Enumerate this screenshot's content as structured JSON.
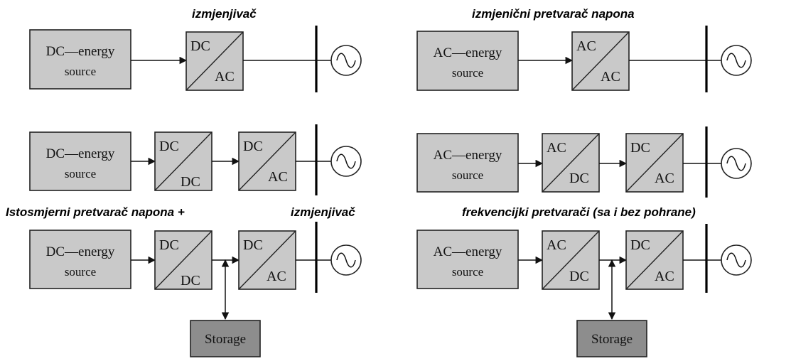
{
  "titles": {
    "top_left": "izmjenjivač",
    "top_right": "izmjenični pretvarač napona",
    "middle_left_a": "Istosmjerni pretvarač napona +",
    "middle_left_b": "izmjenjivač",
    "middle_right": "frekvencijki pretvarači (sa i bez pohrane)"
  },
  "labels": {
    "dc_source_line1": "DC—energy",
    "ac_source_line1": "AC—energy",
    "source_line2": "source",
    "dc": "DC",
    "ac": "AC",
    "storage": "Storage"
  }
}
